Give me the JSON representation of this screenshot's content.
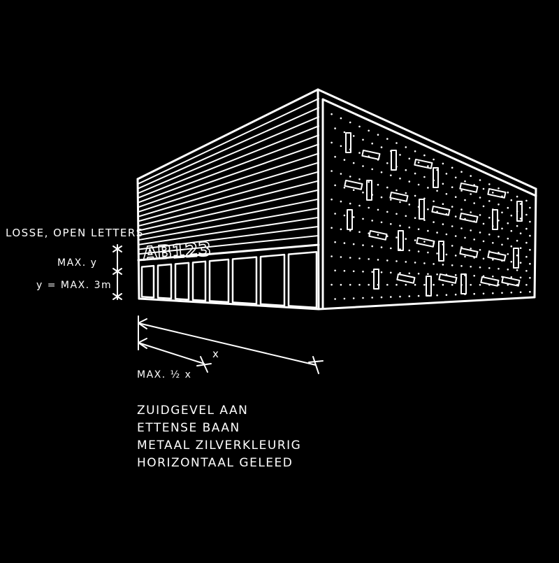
{
  "colors": {
    "background": "#000000",
    "ink": "#ffffff"
  },
  "annotations": {
    "letters_title": "LOSSE, OPEN LETTERS",
    "max_y": "MAX. y",
    "y_max": "y = MAX. 3m",
    "half_x": "MAX. ½ x",
    "x": "x"
  },
  "facade_sign": "AB123",
  "notes": [
    "ZUIDGEVEL AAN",
    "ETTENSE BAAN",
    "METAAL ZILVERKLEURIG",
    "HORIZONTAAL GELEED"
  ]
}
